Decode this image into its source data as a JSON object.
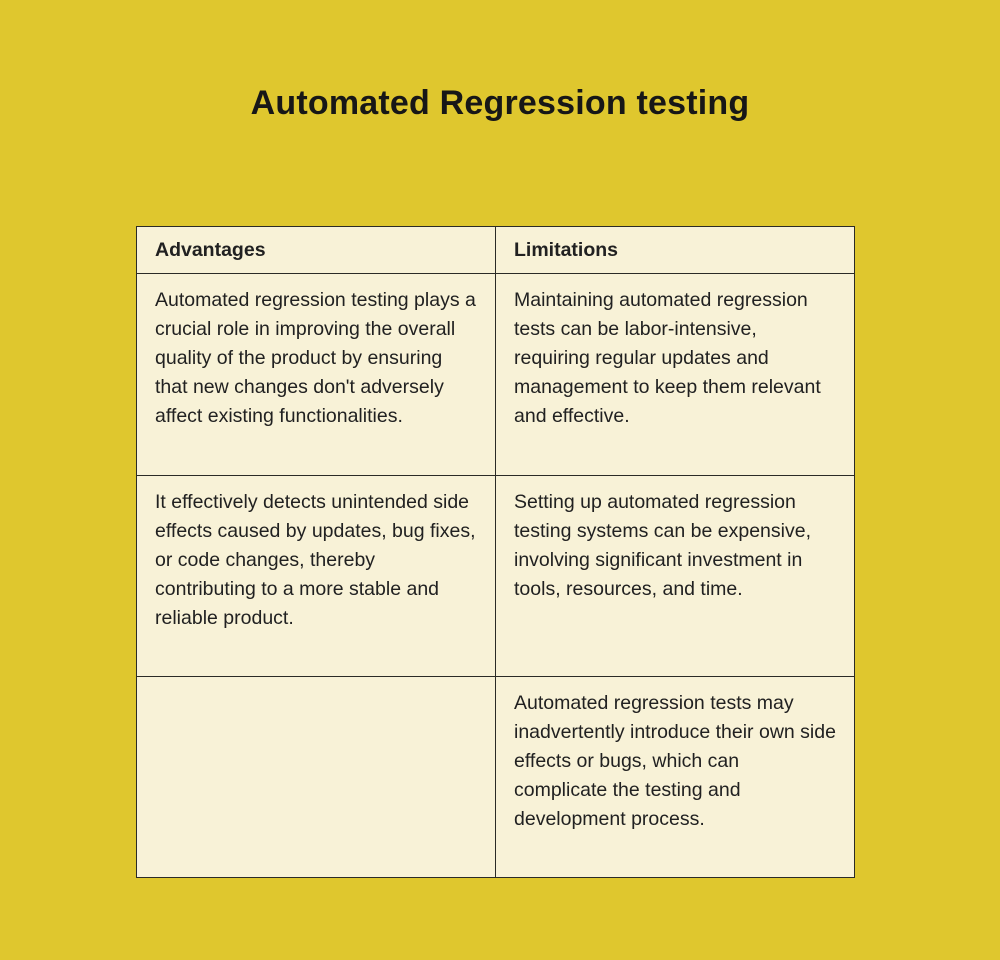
{
  "title": "Automated Regression testing",
  "colors": {
    "background": "#dfc72e",
    "table_background": "#f8f2d7",
    "border": "#2b2b26",
    "text": "#212121",
    "title_text": "#171717"
  },
  "table": {
    "headers": [
      "Advantages",
      "Limitations"
    ],
    "rows": [
      {
        "advantage": "Automated regression testing plays a crucial role in improving the overall quality of the product by ensuring that new changes don't adversely affect existing functionalities.",
        "limitation": "Maintaining automated regression tests can be labor-intensive, requiring regular updates and management to keep them relevant and effective."
      },
      {
        "advantage": "It effectively detects unintended side effects caused by updates, bug fixes, or code changes, thereby contributing to a more stable and reliable product.",
        "limitation": "Setting up automated regression testing systems can be expensive, involving significant investment in tools, resources, and time."
      },
      {
        "advantage": "",
        "limitation": "Automated regression tests may inadvertently introduce their own side effects or bugs, which can complicate the testing and development process."
      }
    ]
  }
}
